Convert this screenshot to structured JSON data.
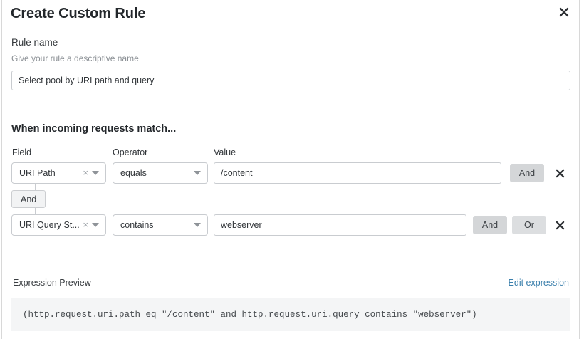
{
  "dialog": {
    "title": "Create Custom Rule",
    "close_icon": "close-icon"
  },
  "rule_name": {
    "label": "Rule name",
    "help": "Give your rule a descriptive name",
    "value": "Select pool by URI path and query",
    "placeholder": "Rule name"
  },
  "conditions": {
    "heading": "When incoming requests match...",
    "columns": {
      "field": "Field",
      "operator": "Operator",
      "value": "Value"
    },
    "connector": {
      "label": "And"
    },
    "rows": [
      {
        "field": "URI Path",
        "operator": "equals",
        "value": "/content",
        "value_placeholder": "Value",
        "clear_icon": "clear-icon",
        "caret_icon": "chevron-down-icon",
        "delete_icon": "close-icon",
        "buttons": [
          "And"
        ]
      },
      {
        "field": "URI Query St...",
        "operator": "contains",
        "value": "webserver",
        "value_placeholder": "Value",
        "clear_icon": "clear-icon",
        "caret_icon": "chevron-down-icon",
        "delete_icon": "close-icon",
        "buttons": [
          "And",
          "Or"
        ]
      }
    ]
  },
  "expression": {
    "label": "Expression Preview",
    "edit_link": "Edit expression",
    "code": "(http.request.uri.path eq \"/content\" and http.request.uri.query contains \"webserver\")"
  },
  "colors": {
    "link": "#3a7fac",
    "button_bg": "#d4d6d8",
    "code_bg": "#f4f5f6",
    "border": "#c9ccd0"
  }
}
